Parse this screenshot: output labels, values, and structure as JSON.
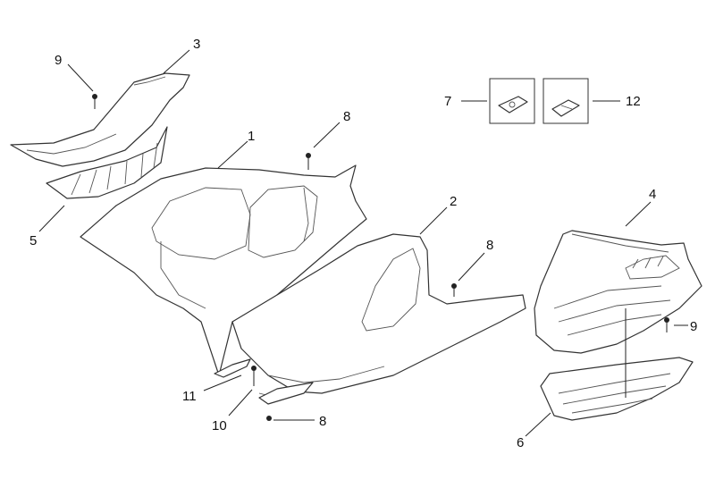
{
  "callouts": [
    {
      "id": "c1",
      "label": "1"
    },
    {
      "id": "c2",
      "label": "2"
    },
    {
      "id": "c3",
      "label": "3"
    },
    {
      "id": "c4",
      "label": "4"
    },
    {
      "id": "c5",
      "label": "5"
    },
    {
      "id": "c6",
      "label": "6"
    },
    {
      "id": "c7",
      "label": "7"
    },
    {
      "id": "c8a",
      "label": "8"
    },
    {
      "id": "c8b",
      "label": "8"
    },
    {
      "id": "c8c",
      "label": "8"
    },
    {
      "id": "c9a",
      "label": "9"
    },
    {
      "id": "c9b",
      "label": "9"
    },
    {
      "id": "c10",
      "label": "10"
    },
    {
      "id": "c11",
      "label": "11"
    },
    {
      "id": "c12",
      "label": "12"
    }
  ],
  "colors": {
    "line": "#333333",
    "background": "#ffffff"
  }
}
